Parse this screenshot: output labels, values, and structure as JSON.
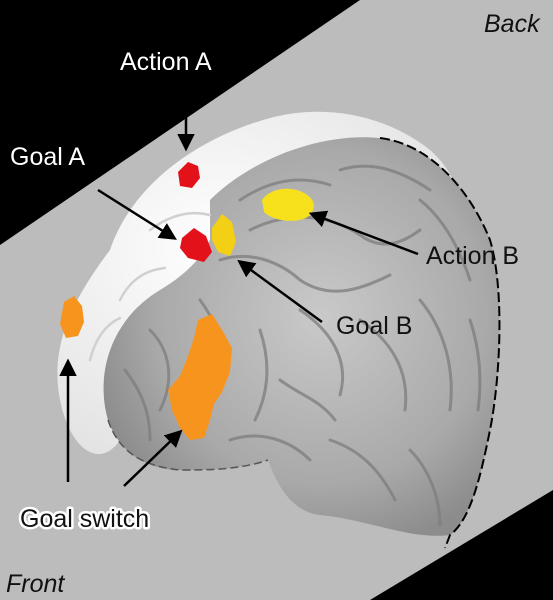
{
  "orientation": {
    "back": "Back",
    "front": "Front"
  },
  "regions": {
    "action_a": {
      "label": "Action A",
      "color": "#e3121a"
    },
    "goal_a": {
      "label": "Goal A",
      "color": "#e3121a"
    },
    "action_b": {
      "label": "Action B",
      "color": "#f7e01c"
    },
    "goal_b": {
      "label": "Goal B",
      "color": "#f3cf16"
    },
    "goal_switch": {
      "label": "Goal switch",
      "color": "#f7941d"
    }
  },
  "colors": {
    "background_band": "#bcbcbc",
    "corner_black": "#000000",
    "brain_gray": "#a7a7a7",
    "medial_white": "#f2f2f2"
  }
}
